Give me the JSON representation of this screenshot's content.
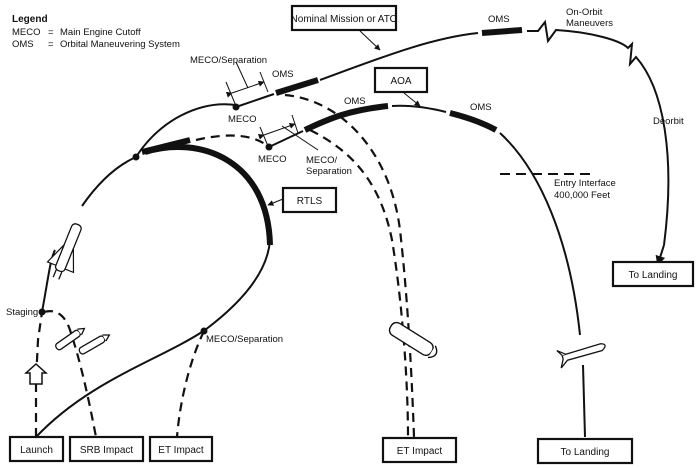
{
  "legend": {
    "title": "Legend",
    "entries": [
      {
        "abbr": "MECO",
        "eq": "=",
        "meaning": "Main Engine Cutoff"
      },
      {
        "abbr": "OMS",
        "eq": "=",
        "meaning": "Orbital Maneuvering System"
      }
    ]
  },
  "boxes": {
    "nominal": "Nominal Mission or ATO",
    "aoa": "AOA",
    "rtls": "RTLS",
    "launch": "Launch",
    "srb_impact": "SRB Impact",
    "et_impact_left": "ET Impact",
    "et_impact_mid": "ET Impact",
    "to_landing_bottom": "To Landing",
    "to_landing_right": "To Landing"
  },
  "labels": {
    "oms_top": "OMS",
    "oms_upper": "OMS",
    "oms_aoa_left": "OMS",
    "oms_aoa_right": "OMS",
    "on_orbit_1": "On-Orbit",
    "on_orbit_2": "Maneuvers",
    "deorbit": "Deorbit",
    "meco_sep_upper": "MECO/Separation",
    "meco_upper": "MECO",
    "meco_lower": "MECO",
    "meco_sep_lower_1": "MECO/",
    "meco_sep_lower_2": "Separation",
    "entry_1": "Entry Interface",
    "entry_2": "400,000 Feet",
    "staging": "Staging",
    "meco_sep_rtls": "MECO/Separation"
  }
}
